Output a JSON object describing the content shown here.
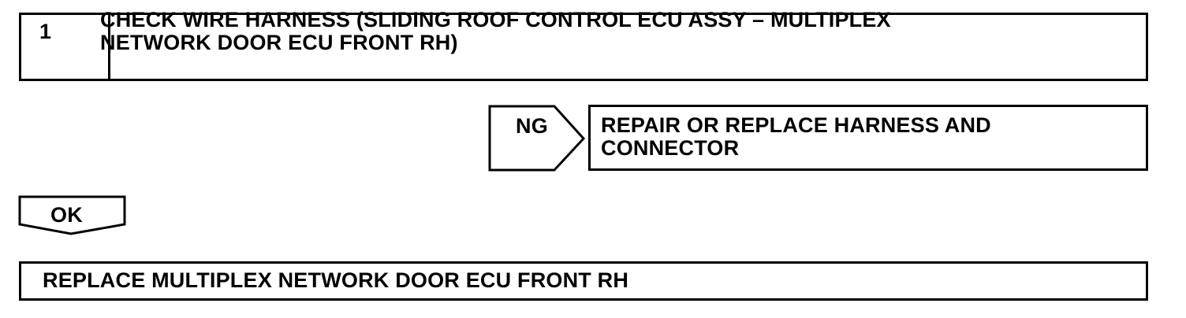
{
  "step": {
    "number": "1",
    "title_line1": "CHECK WIRE HARNESS (SLIDING ROOF CONTROL ECU ASSY – MULTIPLEX",
    "title_line2": "NETWORK DOOR ECU FRONT RH)"
  },
  "ng_branch": {
    "label": "NG",
    "result_line1": "REPAIR OR REPLACE HARNESS AND",
    "result_line2": "CONNECTOR"
  },
  "ok_branch": {
    "label": "OK"
  },
  "final_step": {
    "text": "REPLACE MULTIPLEX NETWORK DOOR ECU FRONT RH"
  },
  "colors": {
    "stroke": "#000000",
    "background": "#ffffff"
  }
}
